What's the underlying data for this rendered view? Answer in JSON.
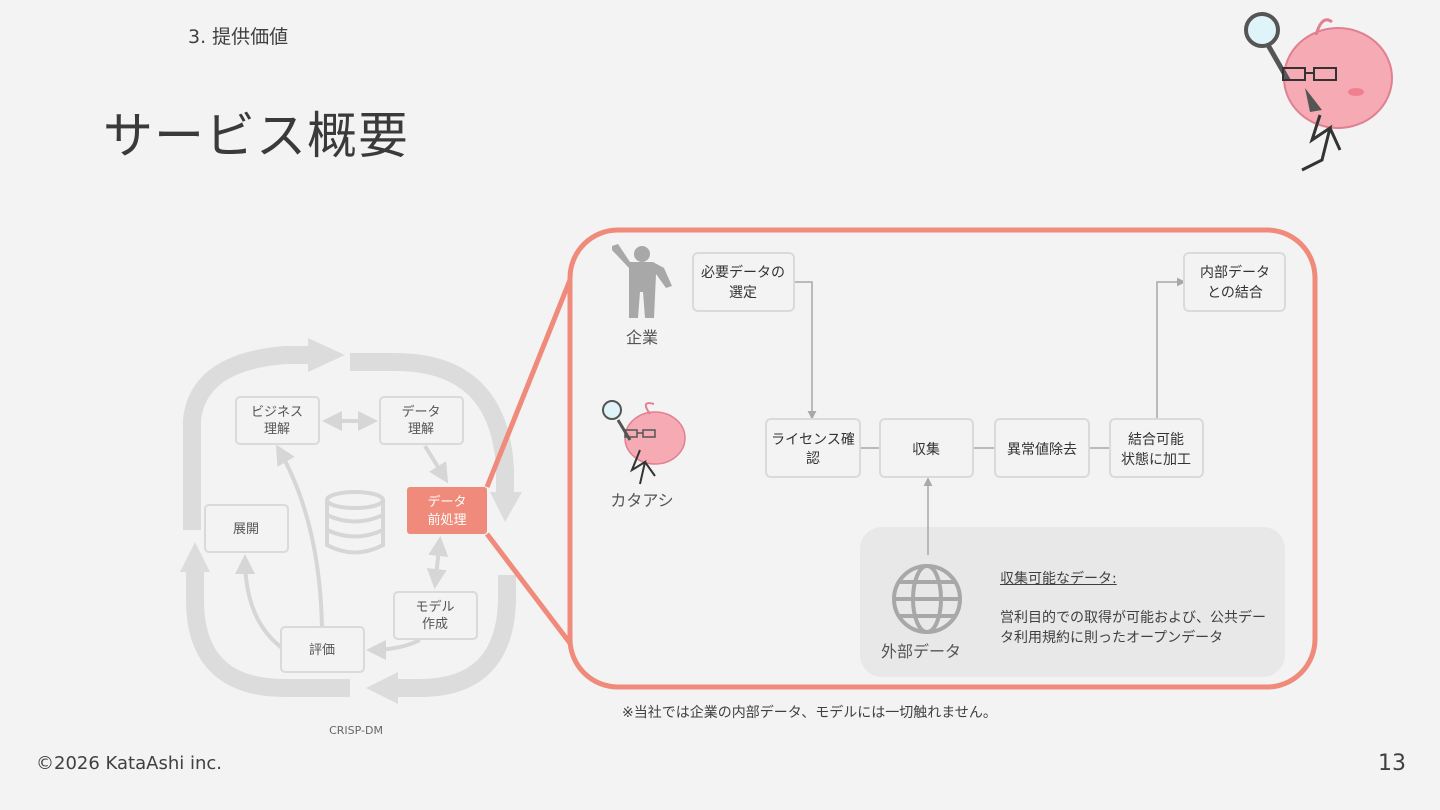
{
  "header": {
    "section": "3. 提供価値",
    "title": "サービス概要"
  },
  "footer": {
    "copyright": "©2026 KataAshi inc.",
    "page_number": "13"
  },
  "crisp": {
    "caption": "CRISP-DM",
    "business": [
      "ビジネス",
      "理解"
    ],
    "data_understanding": [
      "データ",
      "理解"
    ],
    "preprocess": [
      "データ",
      "前処理"
    ],
    "modeling": [
      "モデル",
      "作成"
    ],
    "evaluation": "評価",
    "deployment": "展開",
    "highlight_color": "#f08a7b"
  },
  "flow": {
    "company_label": "企業",
    "kataashi_label": "カタアシ",
    "select": [
      "必要データの",
      "選定"
    ],
    "license": [
      "ライセンス確",
      "認"
    ],
    "collect": "収集",
    "outlier": "異常値除去",
    "format": [
      "結合可能",
      "状態に加工"
    ],
    "merge": [
      "内部データ",
      "との結合"
    ],
    "external_label": "外部データ",
    "external_title": "収集可能なデータ:",
    "external_desc": "営利目的での取得が可能および、公共データ利用規約に則ったオープンデータ",
    "note": "※当社では企業の内部データ、モデルには一切触れません。",
    "frame_color": "#f08a7b"
  }
}
